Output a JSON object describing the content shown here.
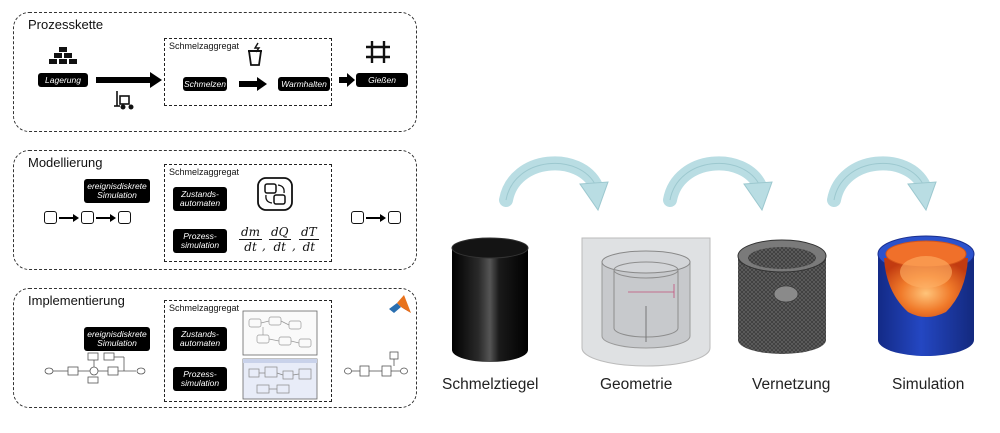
{
  "panels": {
    "prozesskette": {
      "title": "Prozesskette",
      "sub_title": "Schmelzaggregat",
      "steps": {
        "lagerung": "Lagerung",
        "schmelzen": "Schmelzen",
        "warmhalten": "Warmhalten",
        "giessen": "Gießen"
      }
    },
    "modellierung": {
      "title": "Modellierung",
      "sub_title": "Schmelzaggregat",
      "ereignis": "ereignisdiskrete Simulation",
      "zustand": "Zustands-automaten",
      "prozess": "Prozess-simulation",
      "eq": [
        {
          "num": "dm",
          "den": "dt"
        },
        {
          "num": "dQ",
          "den": "dt"
        },
        {
          "num": "dT",
          "den": "dt"
        }
      ]
    },
    "implementierung": {
      "title": "Implementierung",
      "sub_title": "Schmelzaggregat",
      "ereignis": "ereignisdiskrete Simulation",
      "zustand": "Zustands-automaten",
      "prozess": "Prozess-simulation"
    }
  },
  "stages": [
    {
      "label": "Schmelztiegel"
    },
    {
      "label": "Geometrie"
    },
    {
      "label": "Vernetzung"
    },
    {
      "label": "Simulation"
    }
  ],
  "colors": {
    "arrow_teal": "#b9dde3",
    "crucible_black": "#111111",
    "sim_blue": "#1f3fb0",
    "sim_orange": "#f07a2a"
  }
}
